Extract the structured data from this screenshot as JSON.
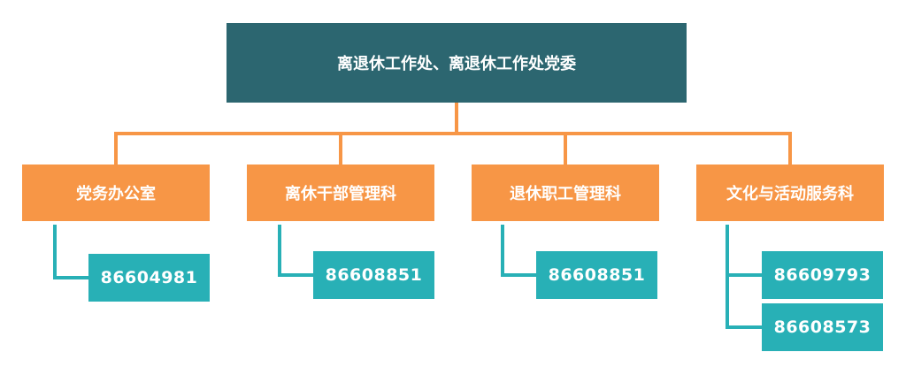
{
  "root": {
    "label": "离退休工作处、离退休工作处党委"
  },
  "departments": [
    {
      "label": "党务办公室",
      "phones": [
        "86604981"
      ]
    },
    {
      "label": "离休干部管理科",
      "phones": [
        "86608851"
      ]
    },
    {
      "label": "退休职工管理科",
      "phones": [
        "86608851"
      ]
    },
    {
      "label": "文化与活动服务科",
      "phones": [
        "86609793",
        "86608573"
      ]
    }
  ],
  "colors": {
    "root": "#2c6670",
    "department": "#f79646",
    "phone": "#28b0b6",
    "connector_top": "#f79646",
    "connector_bottom": "#28b0b6"
  }
}
